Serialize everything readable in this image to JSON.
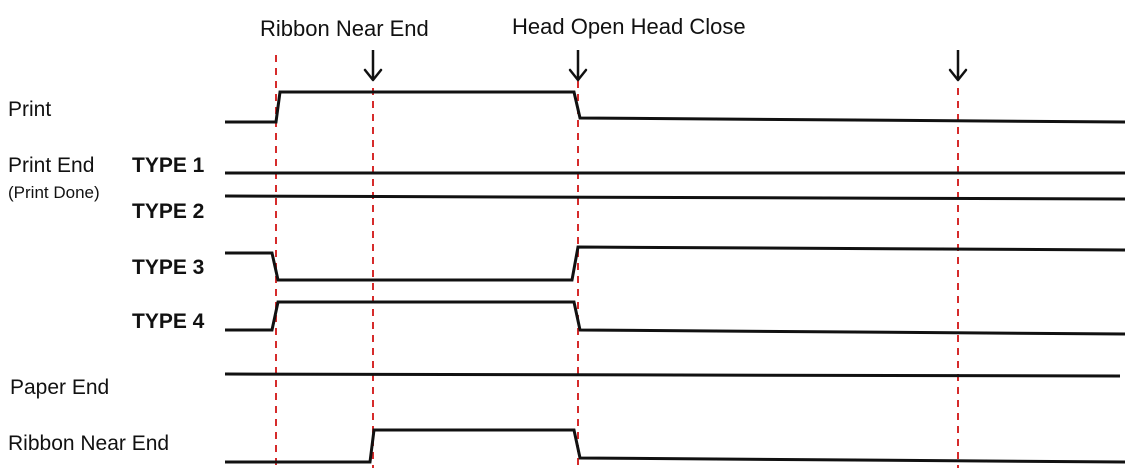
{
  "events": {
    "ribbon_near_end": "Ribbon Near End",
    "head_open_head_close": "Head Open Head Close"
  },
  "signals": {
    "print": "Print",
    "print_end": "Print End",
    "print_done": "(Print Done)",
    "type1": "TYPE 1",
    "type2": "TYPE 2",
    "type3": "TYPE 3",
    "type4": "TYPE 4",
    "paper_end": "Paper End",
    "ribbon_near_end": "Ribbon Near End"
  },
  "colors": {
    "signal": "#111111",
    "marker": "#d62b2b",
    "arrow": "#111111"
  }
}
